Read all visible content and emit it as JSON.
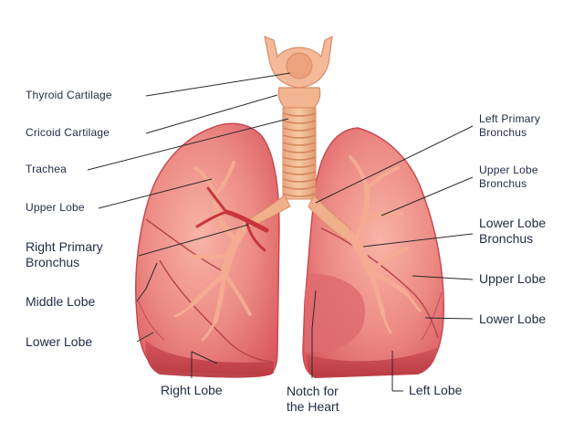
{
  "labels": {
    "thyroid_cartilage": "Thyroid Cartilage",
    "cricoid_cartilage": "Cricoid Cartilage",
    "trachea": "Trachea",
    "upper_lobe_right": "Upper Lobe",
    "right_primary_bronchus_1": "Right Primary",
    "right_primary_bronchus_2": "Bronchus",
    "middle_lobe": "Middle Lobe",
    "lower_lobe_right": "Lower Lobe",
    "right_lobe": "Right Lobe",
    "notch_1": "Notch for",
    "notch_2": "the Heart",
    "left_lobe": "Left Lobe",
    "left_primary_bronchus_1": "Left Primary",
    "left_primary_bronchus_2": "Bronchus",
    "upper_lobe_bronchus_1": "Upper Lobe",
    "upper_lobe_bronchus_2": "Bronchus",
    "lower_lobe_bronchus_1": "Lower Lobe",
    "lower_lobe_bronchus_2": "Bronchus",
    "upper_lobe_left": "Upper Lobe",
    "lower_lobe_left": "Lower Lobe"
  },
  "colors": {
    "text": "#1f2a44",
    "leader": "#2a2a2a",
    "lung_base": "#e46f72",
    "lung_light": "#f3a49a",
    "lung_dark": "#c9474f",
    "trachea": "#f1b48a",
    "trachea_ring": "#d9895f",
    "bronchi": "#f0a48e",
    "vessel": "#c9343c"
  }
}
